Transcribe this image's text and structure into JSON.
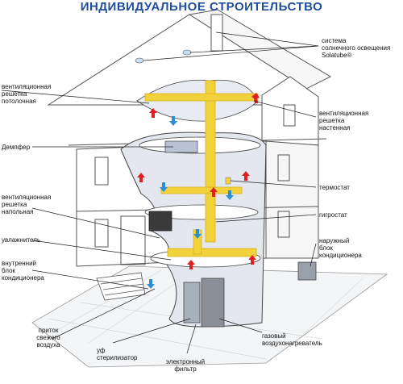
{
  "title": "ИНДИВИДУАЛЬНОЕ СТРОИТЕЛЬСТВО",
  "colors": {
    "title": "#1f4e9c",
    "duct": "#f2d23a",
    "duct_dark": "#d8b21e",
    "outline": "#555555",
    "cutaway": "#e4e8ee",
    "hot_arrow": "#e02020",
    "cold_arrow": "#2a8fd6",
    "unit_metal": "#8a8e96"
  },
  "labels": {
    "solatube": "система\nсолнечного освещения\nSolatube®",
    "ceiling_grille": "вентиляционная\nрешетка\nпотолочная",
    "wall_grille": "вентиляционная\nрешетка\nнастенная",
    "damper": "Демпфер",
    "thermostat": "термостат",
    "floor_grille": "вентиляционная\nрешетка\nнапольная",
    "hygrostat": "гигростат",
    "humidifier": "увлажнитель",
    "outdoor_unit": "наружный\nблок\nкондиционера",
    "indoor_unit": "внутренний\nблок\nкондиционера",
    "fresh_air": "приток\nсвежего\nвоздуха",
    "uv_sterilizer": "уф\nстерилизатор",
    "gas_heater": "газовый\nвоздухонагреватель",
    "electronic_filter": "электронный\nфильтр"
  }
}
